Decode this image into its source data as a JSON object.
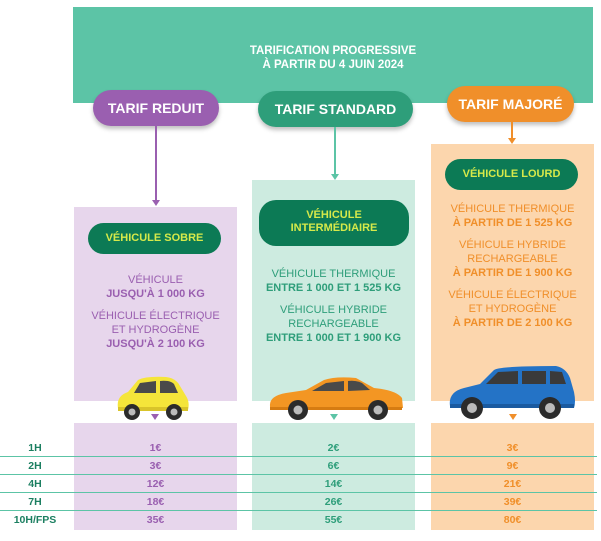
{
  "header": {
    "line1": "TARIFICATION PROGRESSIVE",
    "line2": "À PARTIR DU 4 JUIN 2024",
    "color": "#5cc4a6"
  },
  "tiers": [
    {
      "label": "TARIF REDUIT",
      "color": "#9a5fb0",
      "category": "VÉHICULE SOBRE",
      "lines": [
        {
          "text": "VÉHICULE",
          "bold": false
        },
        {
          "text": "JUSQU'À 1 000 KG",
          "bold": true
        },
        {
          "text": "VÉHICULE ÉLECTRIQUE",
          "bold": false
        },
        {
          "text": "ET HYDROGÈNE",
          "bold": false
        },
        {
          "text": "JUSQU'À 2 100 KG",
          "bold": true
        }
      ],
      "car_icon": "small-yellow-car-icon",
      "prices": [
        "1€",
        "3€",
        "12€",
        "18€",
        "35€"
      ]
    },
    {
      "label": "TARIF STANDARD",
      "color": "#2e9e7a",
      "category_line1": "VÉHICULE",
      "category_line2": "INTERMÉDIAIRE",
      "lines": [
        {
          "text": "VÉHICULE THERMIQUE",
          "bold": false
        },
        {
          "text": "ENTRE 1 000 ET 1 525 KG",
          "bold": true
        },
        {
          "text": "VÉHICULE HYBRIDE",
          "bold": false
        },
        {
          "text": "RECHARGEABLE",
          "bold": false
        },
        {
          "text": "ENTRE 1 000 ET 1 900 KG",
          "bold": true
        }
      ],
      "car_icon": "orange-sedan-icon",
      "prices": [
        "2€",
        "6€",
        "14€",
        "26€",
        "55€"
      ]
    },
    {
      "label": "TARIF MAJORÉ",
      "color": "#f08f2a",
      "category": "VÉHICULE LOURD",
      "lines": [
        {
          "text": "VÉHICULE THERMIQUE",
          "bold": false
        },
        {
          "text": "À PARTIR DE 1 525 KG",
          "bold": true
        },
        {
          "text": "VÉHICULE HYBRIDE",
          "bold": false
        },
        {
          "text": "RECHARGEABLE",
          "bold": false
        },
        {
          "text": "À PARTIR DE 1 900 KG",
          "bold": true
        },
        {
          "text": "VÉHICULE ÉLECTRIQUE",
          "bold": false
        },
        {
          "text": "ET HYDROGÈNE",
          "bold": false
        },
        {
          "text": "À PARTIR DE 2 100 KG",
          "bold": true
        }
      ],
      "car_icon": "blue-suv-icon",
      "prices": [
        "3€",
        "9€",
        "21€",
        "39€",
        "80€"
      ]
    }
  ],
  "durations": [
    "1H",
    "2H",
    "4H",
    "7H",
    "10H/FPS"
  ]
}
